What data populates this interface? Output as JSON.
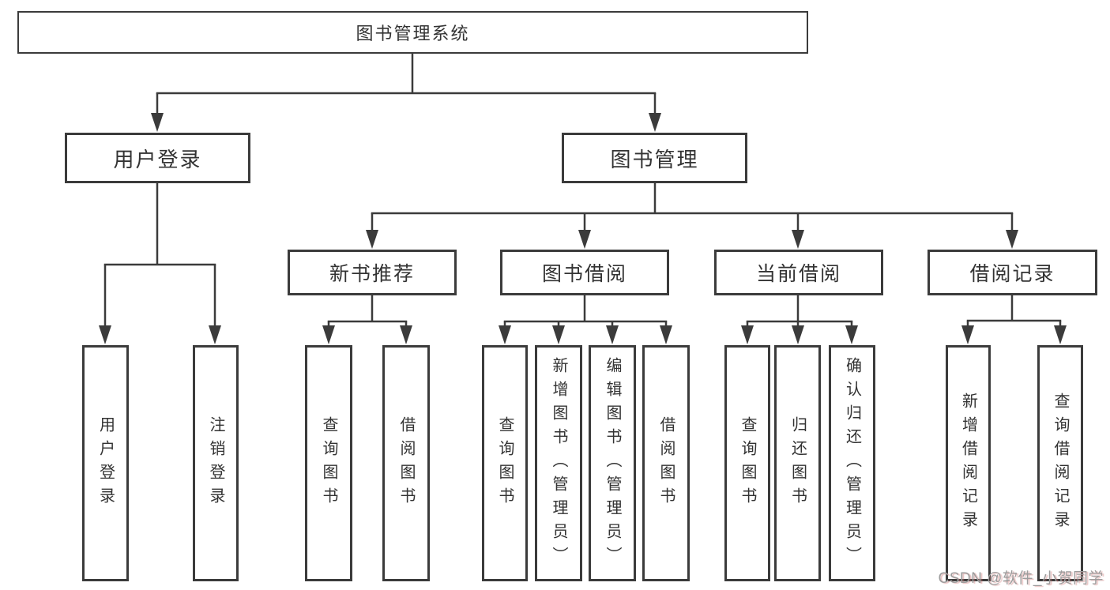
{
  "tree": {
    "root": {
      "label": "图书管理系统"
    },
    "user_login": {
      "label": "用户登录",
      "children": [
        {
          "label": "用户登录"
        },
        {
          "label": "注销登录"
        }
      ]
    },
    "book_management": {
      "label": "图书管理",
      "sections": [
        {
          "label": "新书推荐",
          "children": [
            {
              "label": "查询图书"
            },
            {
              "label": "借阅图书"
            }
          ]
        },
        {
          "label": "图书借阅",
          "children": [
            {
              "label": "查询图书"
            },
            {
              "label": "新增图书（管理员）"
            },
            {
              "label": "编辑图书（管理员）"
            },
            {
              "label": "借阅图书"
            }
          ]
        },
        {
          "label": "当前借阅",
          "children": [
            {
              "label": "查询图书"
            },
            {
              "label": "归还图书"
            },
            {
              "label": "确认归还（管理员）"
            }
          ]
        },
        {
          "label": "借阅记录",
          "children": [
            {
              "label": "新增借阅记录"
            },
            {
              "label": "查询借阅记录"
            }
          ]
        }
      ]
    }
  },
  "watermark": {
    "text": "CSDN @软件_小贺同学"
  },
  "colors": {
    "line": "#3b3b3b",
    "text": "#333333",
    "watermark": "#9d9d9d"
  }
}
